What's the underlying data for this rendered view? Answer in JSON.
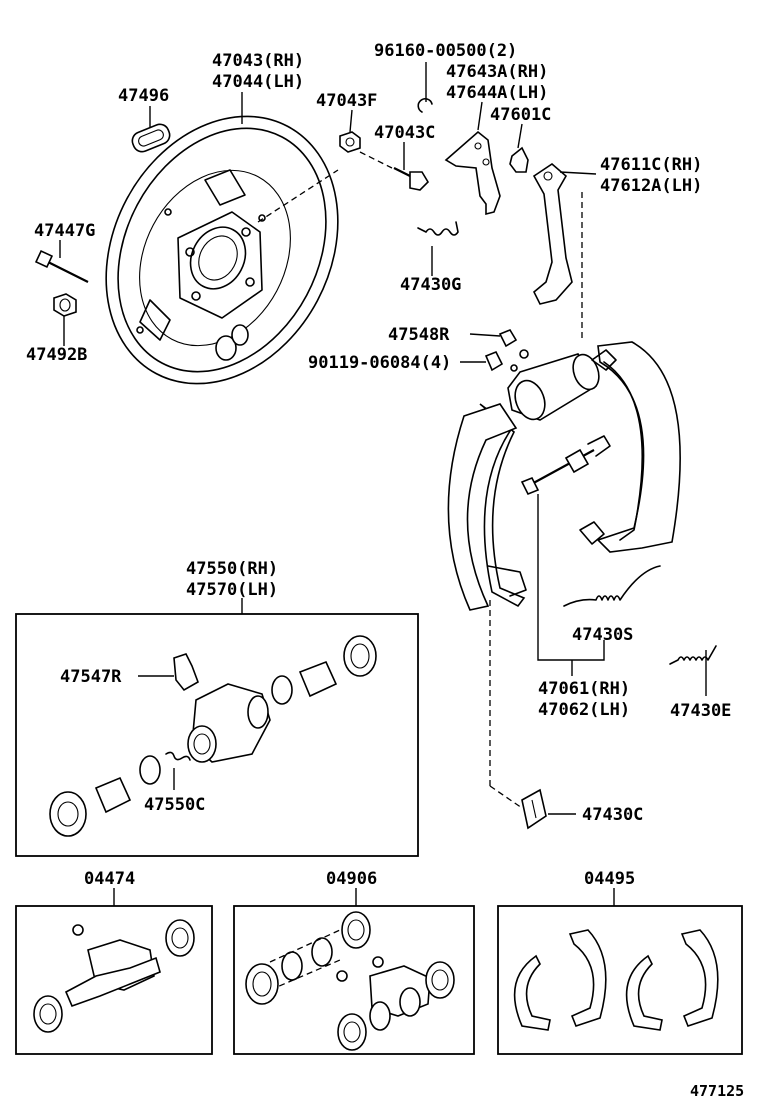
{
  "labels": {
    "p47043": "47043(RH)",
    "p47044": "47044(LH)",
    "p47496": "47496",
    "p96160": "96160-00500(2)",
    "p47643A": "47643A(RH)",
    "p47644A": "47644A(LH)",
    "p47043F": "47043F",
    "p47601C": "47601C",
    "p47043C": "47043C",
    "p47611C": "47611C(RH)",
    "p47612A": "47612A(LH)",
    "p47447G": "47447G",
    "p47430G": "47430G",
    "p47492B": "47492B",
    "p47548R": "47548R",
    "p90119": "90119-06084(4)",
    "p47550": "47550(RH)",
    "p47570": "47570(LH)",
    "p47547R": "47547R",
    "p47550C": "47550C",
    "p47430S": "47430S",
    "p47061": "47061(RH)",
    "p47062": "47062(LH)",
    "p47430E": "47430E",
    "p47430C": "47430C",
    "p04474": "04474",
    "p04906": "04906",
    "p04495": "04495"
  },
  "figure_number": "477125"
}
